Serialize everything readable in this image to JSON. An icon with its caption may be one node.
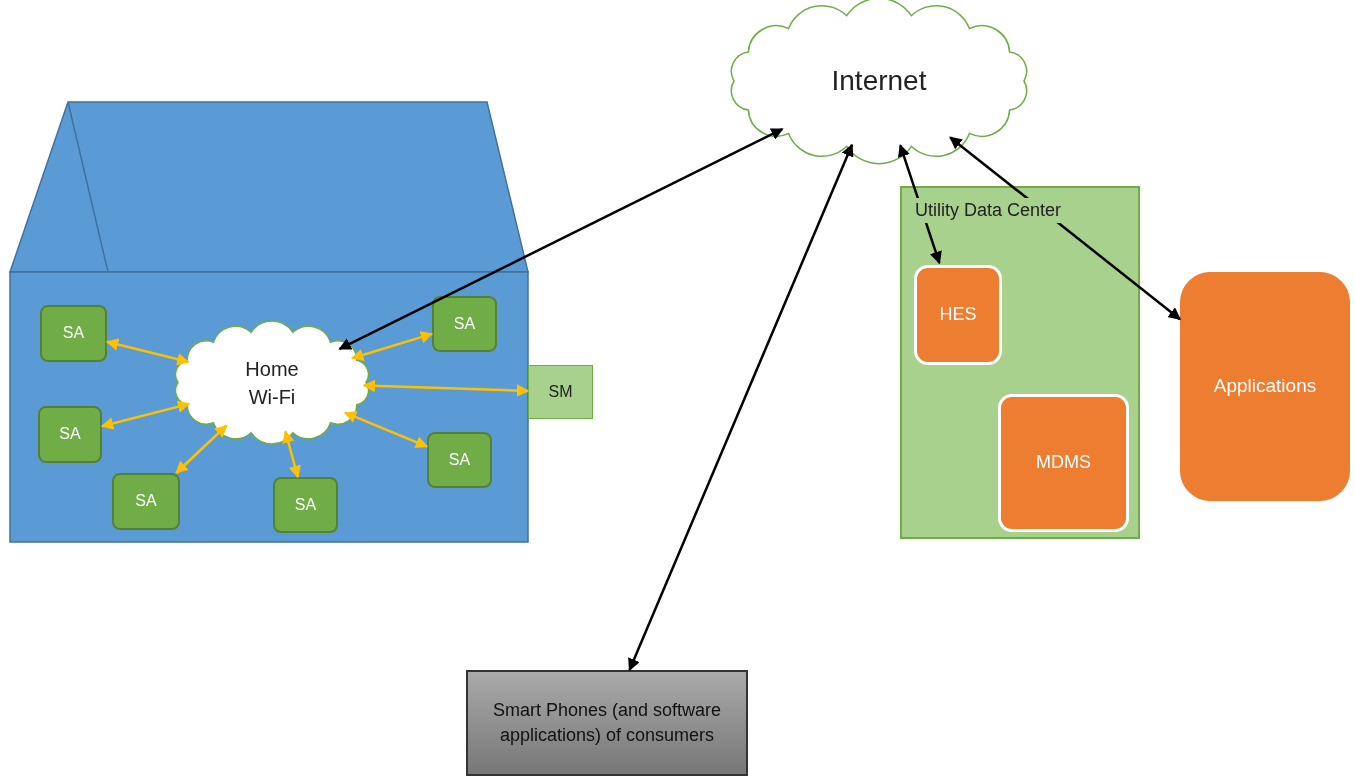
{
  "diagram": {
    "nodes": [
      {
        "text": [
          "Internet"
        ]
      },
      {
        "text": [],
        "shape": "house"
      },
      {
        "text": [
          "Home Wi-Fi"
        ],
        "in": 1
      },
      {
        "text": [
          "SA"
        ],
        "in": 1
      },
      {
        "text": [
          "SA"
        ],
        "in": 1
      },
      {
        "text": [
          "SM"
        ]
      },
      {
        "text": [
          "SA"
        ],
        "in": 1
      },
      {
        "text": [
          "SA"
        ],
        "in": 1
      },
      {
        "text": [
          "SA"
        ],
        "in": 1
      },
      {
        "text": [
          "SA"
        ],
        "in": 1
      },
      {
        "text": [
          "Utility Data Center"
        ]
      },
      {
        "text": [
          "HES"
        ],
        "in": 10
      },
      {
        "text": [
          "Applications"
        ]
      },
      {
        "text": [
          "MDMS"
        ],
        "in": 10
      },
      {
        "text": [
          "Smart Phones (and software applications) of consumers"
        ]
      }
    ],
    "edges": [
      {
        "from": 0,
        "to": 2,
        "arrow": "both",
        "color": "#000000"
      },
      {
        "from": 2,
        "to": 3,
        "arrow": "both"
      },
      {
        "from": 2,
        "to": 4,
        "arrow": "both"
      },
      {
        "from": 2,
        "to": 5,
        "arrow": "both"
      },
      {
        "from": 2,
        "to": 6,
        "arrow": "both"
      },
      {
        "from": 2,
        "to": 7,
        "arrow": "both"
      },
      {
        "from": 2,
        "to": 8,
        "arrow": "both"
      },
      {
        "from": 2,
        "to": 9,
        "arrow": "both"
      },
      {
        "from": 0,
        "to": 14,
        "arrow": "both",
        "color": "#000000"
      },
      {
        "from": 0,
        "to": 11,
        "arrow": "both",
        "color": "#000000"
      },
      {
        "from": 0,
        "to": 12,
        "arrow": "both",
        "color": "#000000"
      }
    ]
  }
}
